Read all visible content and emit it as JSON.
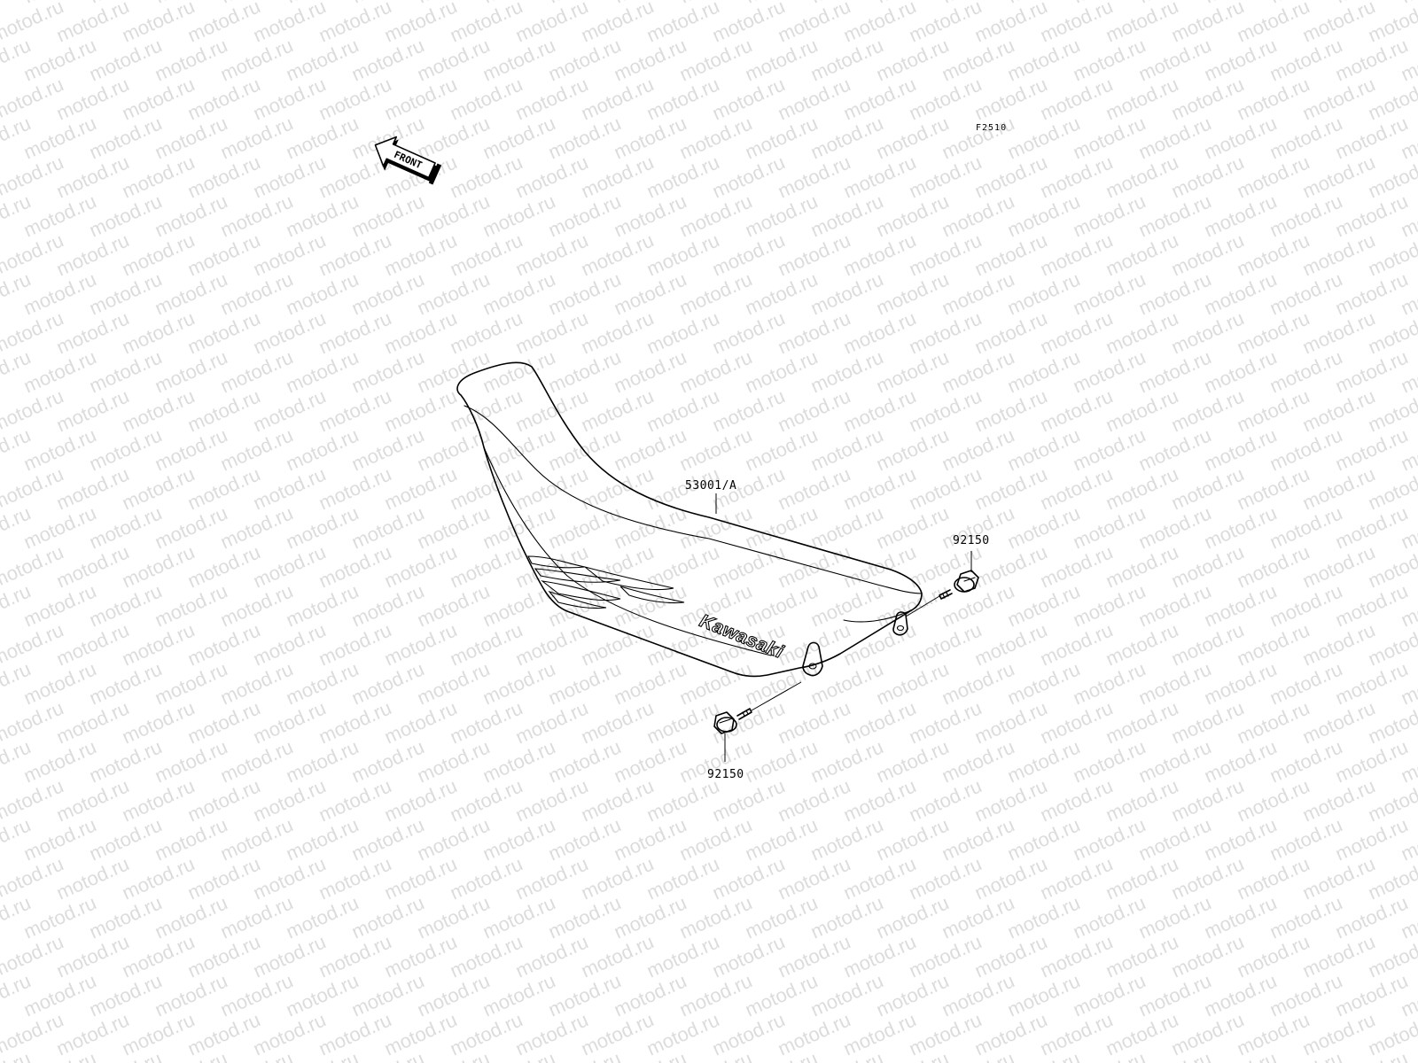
{
  "diagram": {
    "reference_code": "F2510",
    "front_arrow_label": "FRONT",
    "brand_logo_text": "Kawasaki",
    "watermark_text": "motod.ru",
    "parts": [
      {
        "part_number": "53001/A"
      },
      {
        "part_number": "92150"
      },
      {
        "part_number": "92150"
      }
    ]
  },
  "colors": {
    "ink": "#000000",
    "background": "#ffffff",
    "watermark": "#dcdcdc"
  }
}
